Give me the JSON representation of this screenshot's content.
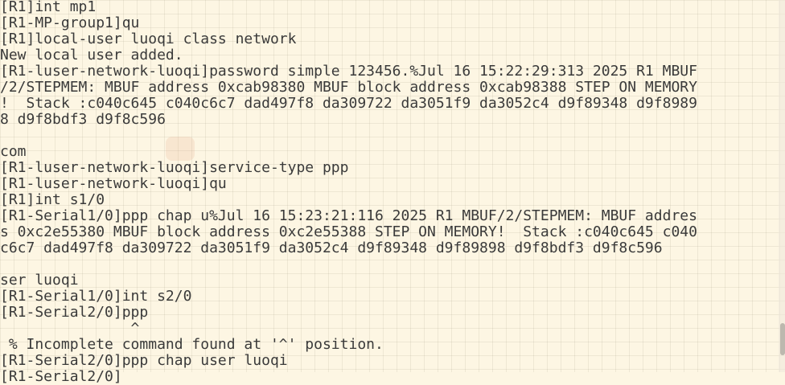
{
  "terminal": {
    "lines": [
      "[R1]int mp1",
      "[R1-MP-group1]qu",
      "[R1]local-user luoqi class network",
      "New local user added.",
      "[R1-luser-network-luoqi]password simple 123456.%Jul 16 15:22:29:313 2025 R1 MBUF",
      "/2/STEPMEM: MBUF address 0xcab98380 MBUF block address 0xcab98388 STEP ON MEMORY",
      "!  Stack :c040c645 c040c6c7 dad497f8 da309722 da3051f9 da3052c4 d9f89348 d9f8989",
      "8 d9f8bdf3 d9f8c596",
      "",
      "com",
      "[R1-luser-network-luoqi]service-type ppp",
      "[R1-luser-network-luoqi]qu",
      "[R1]int s1/0",
      "[R1-Serial1/0]ppp chap u%Jul 16 15:23:21:116 2025 R1 MBUF/2/STEPMEM: MBUF addres",
      "s 0xc2e55380 MBUF block address 0xc2e55388 STEP ON MEMORY!  Stack :c040c645 c040",
      "c6c7 dad497f8 da309722 da3051f9 da3052c4 d9f89348 d9f89898 d9f8bdf3 d9f8c596",
      "",
      "ser luoqi",
      "[R1-Serial1/0]int s2/0",
      "[R1-Serial2/0]ppp",
      "               ^",
      " % Incomplete command found at '^' position.",
      "[R1-Serial2/0]ppp chap user luoqi",
      "[R1-Serial2/0]"
    ]
  },
  "scrollbar": {
    "position_fraction": 0.95
  }
}
